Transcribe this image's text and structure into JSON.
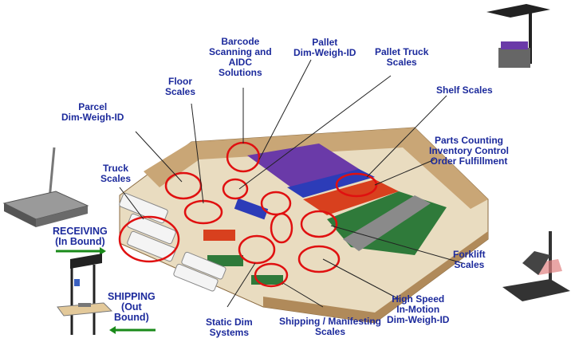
{
  "title": "Warehouse Weighing and Dim-Weigh-ID Solutions",
  "labels": {
    "barcode": [
      "Barcode",
      "Scanning and",
      "AIDC",
      "Solutions"
    ],
    "pallet_dim": [
      "Pallet",
      "Dim-Weigh-ID"
    ],
    "pallet_truck": [
      "Pallet Truck",
      "Scales"
    ],
    "floor": [
      "Floor",
      "Scales"
    ],
    "shelf": [
      "Shelf Scales"
    ],
    "parcel": [
      "Parcel",
      "Dim-Weigh-ID"
    ],
    "parts": [
      "Parts Counting",
      "Inventory Control",
      "Order Fulfillment"
    ],
    "truck": [
      "Truck",
      "Scales"
    ],
    "receiving": [
      "RECEIVING",
      "(In Bound)"
    ],
    "shipping": [
      "SHIPPING",
      "(Out",
      "Bound)"
    ],
    "forklift": [
      "Forklift",
      "Scales"
    ],
    "high_speed": [
      "High Speed",
      "In-Motion",
      "Dim-Weigh-ID"
    ],
    "static_dim": [
      "Static Dim",
      "Systems"
    ],
    "manifesting": [
      "Shipping / Manifesting",
      "Scales"
    ]
  },
  "colors": {
    "label": "#1c2a9c",
    "highlight": "#e01010",
    "arrow": "#1a8a1a"
  }
}
